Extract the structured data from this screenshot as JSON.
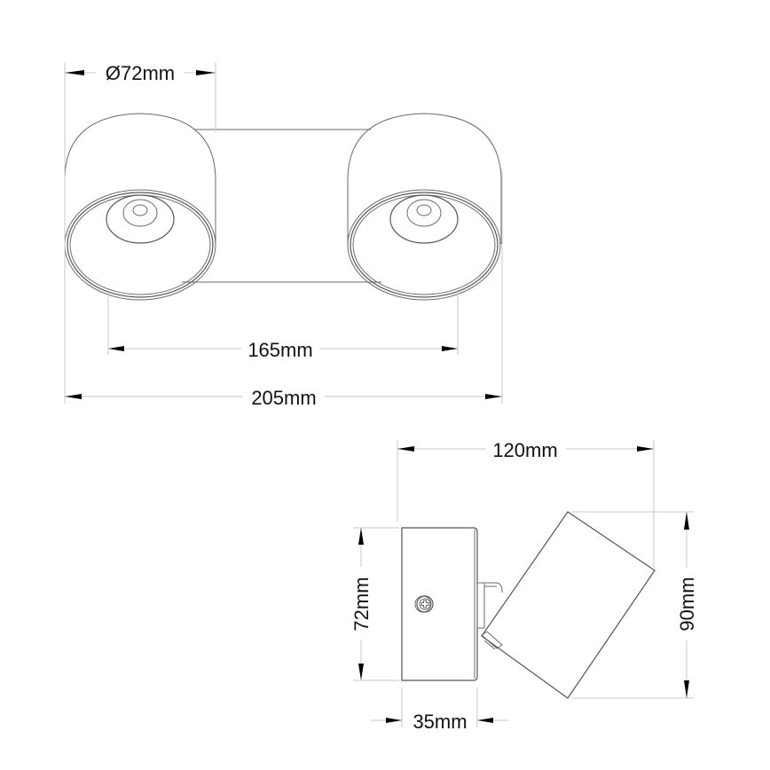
{
  "drawing": {
    "title": "Twin spotlight technical dimension drawing",
    "colors": {
      "line": "#6a6a6a",
      "dimension_line": "#c8c8c8",
      "arrow": "#000000",
      "text": "#111111",
      "background": "#ffffff"
    },
    "top_view": {
      "diameter_label": "Ø72mm",
      "center_spacing_label": "165mm",
      "overall_width_label": "205mm"
    },
    "side_view": {
      "depth_label": "120mm",
      "base_height_label": "72mm",
      "head_height_label": "90mm",
      "base_depth_label": "35mm",
      "screw_icon": "phillips-screw-icon"
    }
  }
}
